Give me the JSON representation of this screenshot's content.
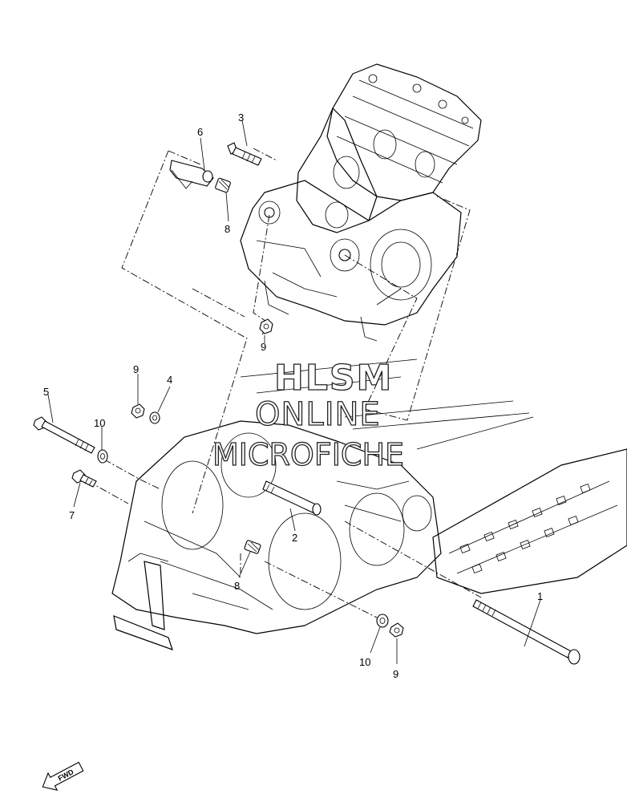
{
  "watermark": {
    "line1": "HLSM",
    "line2": "ONLINE",
    "line3": "MICROFICHE"
  },
  "fwd_label": "FWD",
  "callouts": [
    {
      "id": "c1",
      "text": "1"
    },
    {
      "id": "c2",
      "text": "2"
    },
    {
      "id": "c3",
      "text": "3"
    },
    {
      "id": "c4",
      "text": "4"
    },
    {
      "id": "c5",
      "text": "5"
    },
    {
      "id": "c6",
      "text": "6"
    },
    {
      "id": "c7",
      "text": "7"
    },
    {
      "id": "c8a",
      "text": "8"
    },
    {
      "id": "c8b",
      "text": "8"
    },
    {
      "id": "c9a",
      "text": "9"
    },
    {
      "id": "c9b",
      "text": "9"
    },
    {
      "id": "c9c",
      "text": "9"
    },
    {
      "id": "c10a",
      "text": "10"
    },
    {
      "id": "c10b",
      "text": "10"
    }
  ]
}
